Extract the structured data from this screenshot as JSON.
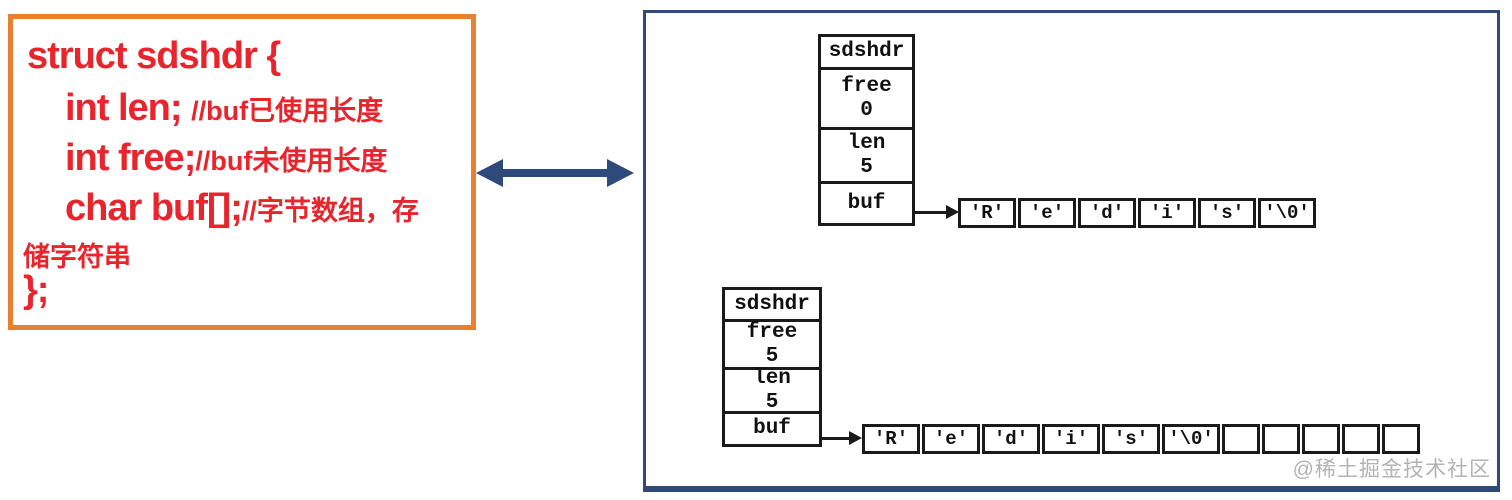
{
  "code_panel": {
    "line1": "struct sdshdr {",
    "line2_code": "int len; ",
    "line2_comment": "//buf已使用长度",
    "line3_code": "int free;",
    "line3_comment": "//buf未使用长度",
    "line4_code": "char buf[];",
    "line4_comment": "//字节数组，存",
    "line5": "储字符串",
    "line6": "};"
  },
  "diagrams": [
    {
      "title": "sdshdr",
      "fields": [
        {
          "label": "free",
          "value": "0"
        },
        {
          "label": "len",
          "value": "5"
        },
        {
          "label": "buf",
          "value": ""
        }
      ],
      "buffer_cells": [
        "'R'",
        "'e'",
        "'d'",
        "'i'",
        "'s'",
        "'\\0'"
      ]
    },
    {
      "title": "sdshdr",
      "fields": [
        {
          "label": "free",
          "value": "5"
        },
        {
          "label": "len",
          "value": "5"
        },
        {
          "label": "buf",
          "value": ""
        }
      ],
      "buffer_cells": [
        "'R'",
        "'e'",
        "'d'",
        "'i'",
        "'s'",
        "'\\0'",
        "",
        "",
        "",
        "",
        ""
      ]
    }
  ],
  "watermark": "@稀土掘金技术社区",
  "colors": {
    "code_text": "#e8242c",
    "code_panel_border": "#e8802f",
    "diagram_panel_border": "#2e4a7b",
    "compare_arrow": "#2e4a7b",
    "diagram_stroke": "#1a1a1a",
    "watermark": "#b3b3b3"
  }
}
